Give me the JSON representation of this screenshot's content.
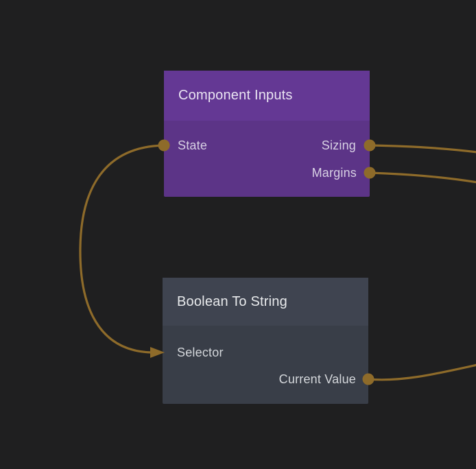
{
  "canvas": {
    "background_color": "#1f1f20",
    "wire_color": "#8e6b2a",
    "port_color": "#8e6b2a"
  },
  "nodes": [
    {
      "title": "Component Inputs",
      "colors": {
        "header": "#643894",
        "body": "#5c3487",
        "title_text": "#eae4f2",
        "label_text": "#d8d1e4"
      },
      "ports": {
        "left": [
          {
            "label": "State"
          }
        ],
        "right": [
          {
            "label": "Sizing"
          },
          {
            "label": "Margins"
          }
        ]
      }
    },
    {
      "title": "Boolean To String",
      "colors": {
        "header": "#3f4450",
        "body": "#393e48",
        "title_text": "#e8eaec",
        "label_text": "#d4d7db"
      },
      "ports": {
        "left": [
          {
            "label": "Selector"
          }
        ],
        "right": [
          {
            "label": "Current Value"
          }
        ]
      }
    }
  ],
  "connections": [
    {
      "from": "Component Inputs / State",
      "to": "Boolean To String / Selector"
    },
    {
      "from": "Component Inputs / Sizing",
      "to": "off-screen right"
    },
    {
      "from": "Component Inputs / Margins",
      "to": "off-screen right"
    },
    {
      "from": "Boolean To String / Current Value",
      "to": "off-screen right"
    }
  ]
}
